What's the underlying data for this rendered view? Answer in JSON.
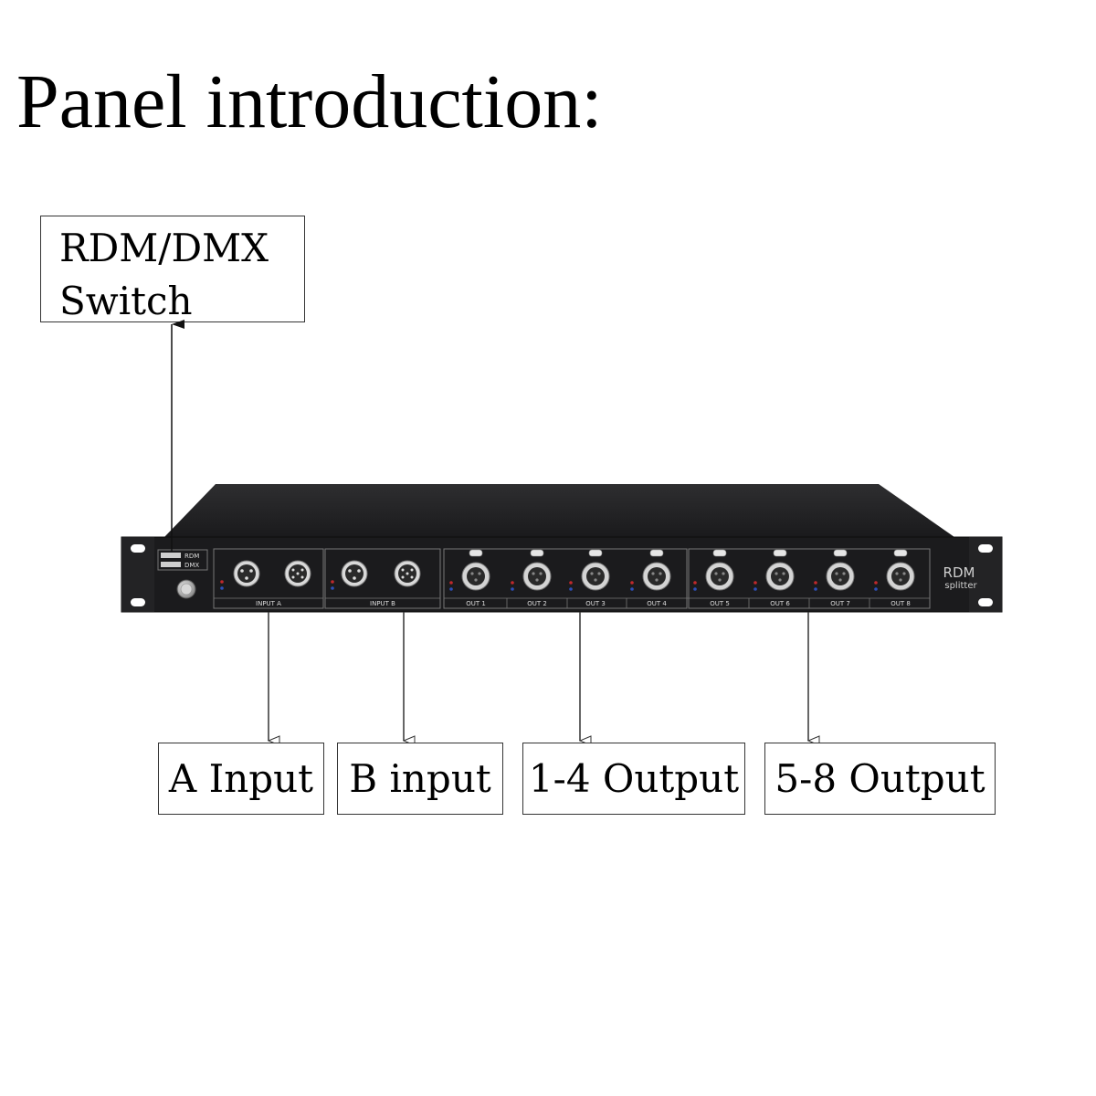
{
  "title": "Panel introduction:",
  "callouts": {
    "switch_line1": "RDM/DMX",
    "switch_line2": "Switch",
    "a_input": "A Input",
    "b_input": "B input",
    "out_1_4": "1-4 Output",
    "out_5_8": "5-8 Output"
  },
  "panel": {
    "switch_rdm": "RDM",
    "switch_dmx": "DMX",
    "input_a": "INPUT A",
    "input_b": "INPUT B",
    "outputs": [
      "OUT 1",
      "OUT 2",
      "OUT 3",
      "OUT 4",
      "OUT 5",
      "OUT 6",
      "OUT 7",
      "OUT 8"
    ],
    "brand_line1": "RDM",
    "brand_line2": "splitter"
  },
  "colors": {
    "chassis": "#1c1c1e",
    "led_red": "#c0292b",
    "led_blue": "#2d4fb8"
  }
}
